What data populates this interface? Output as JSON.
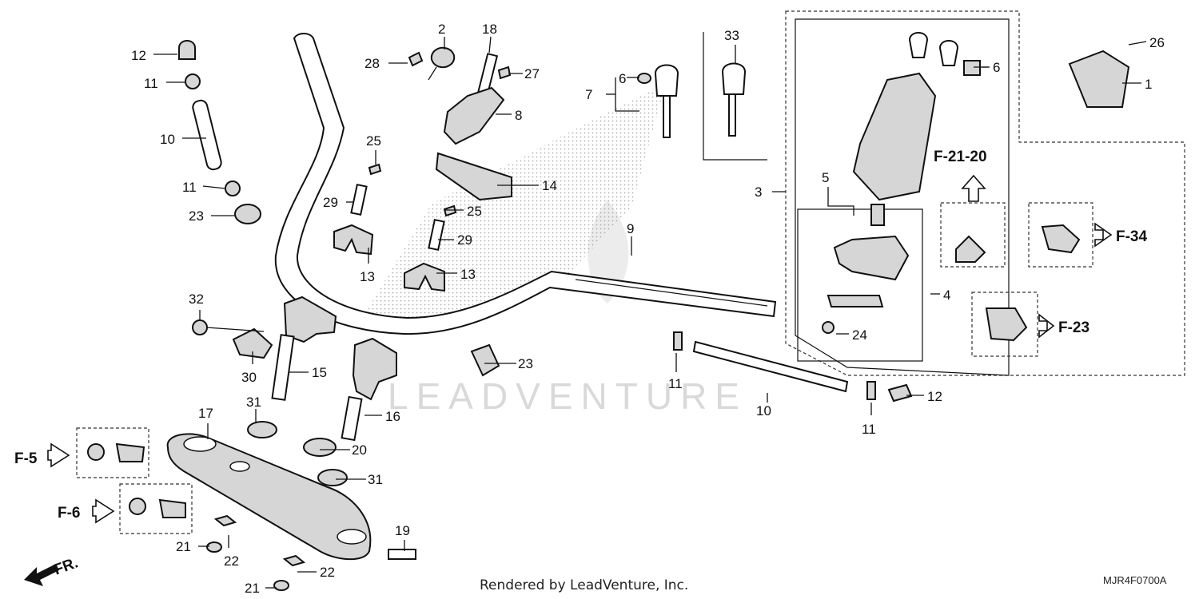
{
  "diagram": {
    "callouts": {
      "c1": "1",
      "c2": "2",
      "c3": "3",
      "c4": "4",
      "c5": "5",
      "c6a": "6",
      "c6b": "6",
      "c7": "7",
      "c8": "8",
      "c9": "9",
      "c10a": "10",
      "c10b": "10",
      "c11a": "11",
      "c11b": "11",
      "c11c": "11",
      "c11d": "11",
      "c12a": "12",
      "c12b": "12",
      "c13a": "13",
      "c13b": "13",
      "c14": "14",
      "c15": "15",
      "c16": "16",
      "c17": "17",
      "c18": "18",
      "c19": "19",
      "c20": "20",
      "c21a": "21",
      "c21b": "21",
      "c22a": "22",
      "c22b": "22",
      "c23a": "23",
      "c23b": "23",
      "c24": "24",
      "c25a": "25",
      "c25b": "25",
      "c26": "26",
      "c27": "27",
      "c28": "28",
      "c29a": "29",
      "c29b": "29",
      "c30": "30",
      "c31a": "31",
      "c31b": "31",
      "c32": "32",
      "c33": "33"
    },
    "references": {
      "f21_20": "F-21-20",
      "f34": "F-34",
      "f23": "F-23",
      "f5": "F-5",
      "f6": "F-6"
    },
    "front_label": "FR.",
    "watermark": "LEADVENTURE",
    "footer_text": "Rendered by LeadVenture, Inc.",
    "diagram_code": "MJR4F0700A"
  }
}
